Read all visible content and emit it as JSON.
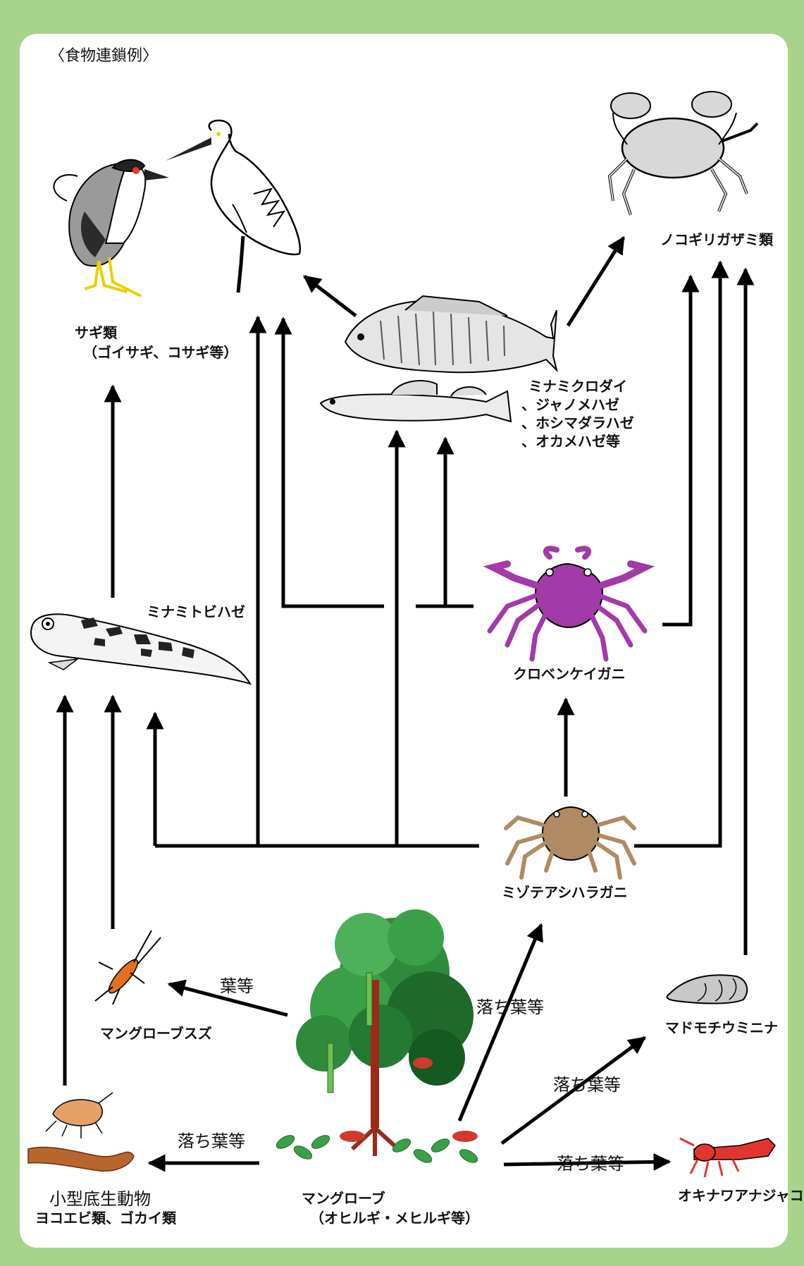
{
  "title": "〈食物連鎖例〉",
  "organisms": {
    "sagi": {
      "name": "サギ類",
      "sub": "（ゴイサギ、コサギ等）"
    },
    "nokogiri": {
      "name": "ノコギリガザミ類"
    },
    "fish": {
      "line1": "ミナミクロダイ",
      "line2": "、ジャノメハゼ",
      "line3": "、ホシマダラハゼ",
      "line4": "、オカメハゼ等"
    },
    "tobihaze": {
      "name": "ミナミトビハゼ"
    },
    "kurobenkeigani": {
      "name": "クロベンケイガニ"
    },
    "mizutea": {
      "name": "ミゾテアシハラガニ"
    },
    "suzu": {
      "name": "マングローブスズ"
    },
    "madomochi": {
      "name": "マドモチウミニナ"
    },
    "okinawa": {
      "name": "オキナワアナジャコ"
    },
    "mangrove": {
      "name": "マングローブ",
      "sub": "（オヒルギ・メヒルギ等）"
    },
    "small": {
      "name": "小型底生動物",
      "sub": "ヨコエビ類、ゴカイ類"
    }
  },
  "edge_labels": {
    "leaves": "葉等",
    "fallen1": "落ち葉等",
    "fallen2": "落ち葉等",
    "fallen3": "落ち葉等",
    "fallen4": "落ち葉等"
  },
  "colors": {
    "background": "#a8d38a",
    "panel": "#ffffff",
    "arrow": "#000000",
    "crab_purple": "#a23aa8",
    "crab_brown": "#b08a63",
    "tree_green": "#2f8a3c",
    "tree_trunk": "#9a2b1a"
  }
}
